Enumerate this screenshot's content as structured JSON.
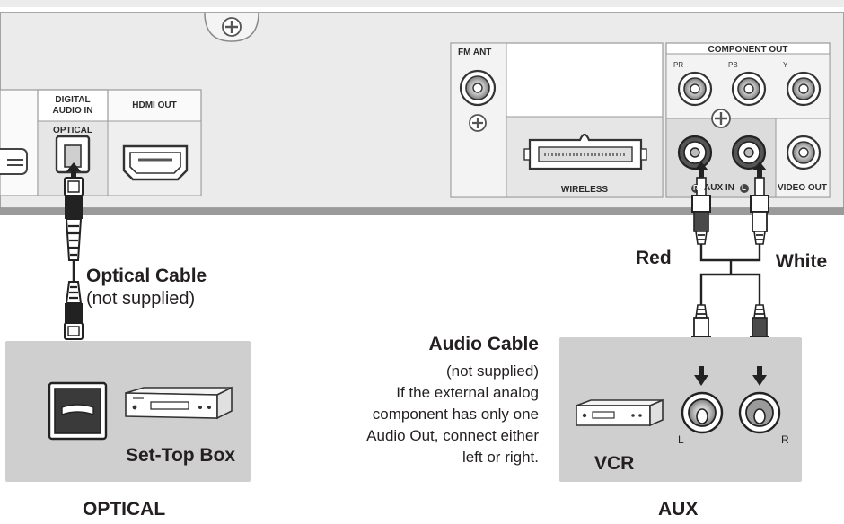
{
  "panel": {
    "digital_audio_in": [
      "DIGITAL",
      "AUDIO IN"
    ],
    "optical_port": "OPTICAL",
    "hdmi_out": "HDMI OUT",
    "fm_ant": "FM ANT",
    "wireless": "WIRELESS",
    "component_out": "COMPONENT OUT",
    "pr": "PR",
    "pb": "PB",
    "y": "Y",
    "aux_in": "AUX IN",
    "aux_r": "R",
    "aux_l": "L",
    "video_out": "VIDEO OUT"
  },
  "optical_cable": {
    "title": "Optical Cable",
    "note": "(not supplied)"
  },
  "set_top_box": {
    "label": "Set-Top Box",
    "caption": "OPTICAL"
  },
  "audio_cable": {
    "title": "Audio Cable",
    "lines": [
      "(not supplied)",
      "If the external analog",
      "component has only one",
      "Audio Out, connect either",
      "left or right."
    ]
  },
  "wires": {
    "red": "Red",
    "white": "White"
  },
  "vcr": {
    "label": "VCR",
    "jack_l": "L",
    "jack_r": "R",
    "caption": "AUX"
  },
  "colors": {
    "panel_gray": "#d9d9d9",
    "box_gray": "#cfcfcf",
    "line": "#3a3a3a",
    "dark_plug": "#4a4a4a"
  }
}
